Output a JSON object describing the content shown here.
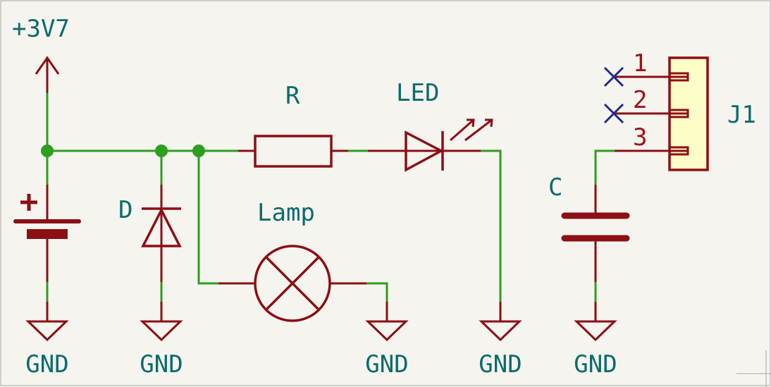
{
  "power": {
    "label": "+3V7"
  },
  "components": {
    "diode": "D",
    "resistor": "R",
    "led": "LED",
    "lamp": "Lamp",
    "capacitor": "C",
    "connector": "J1"
  },
  "connector_pins": [
    "1",
    "2",
    "3"
  ],
  "grounds": [
    "GND",
    "GND",
    "GND",
    "GND",
    "GND"
  ],
  "colors": {
    "wire": "#2e9e1e",
    "component": "#8b0f14",
    "label": "#0b6b6b",
    "pin_number": "#a11116",
    "no_connect": "#1e2a8a",
    "connector_fill": "#fdfdc8",
    "background": "#f5f4ef"
  }
}
